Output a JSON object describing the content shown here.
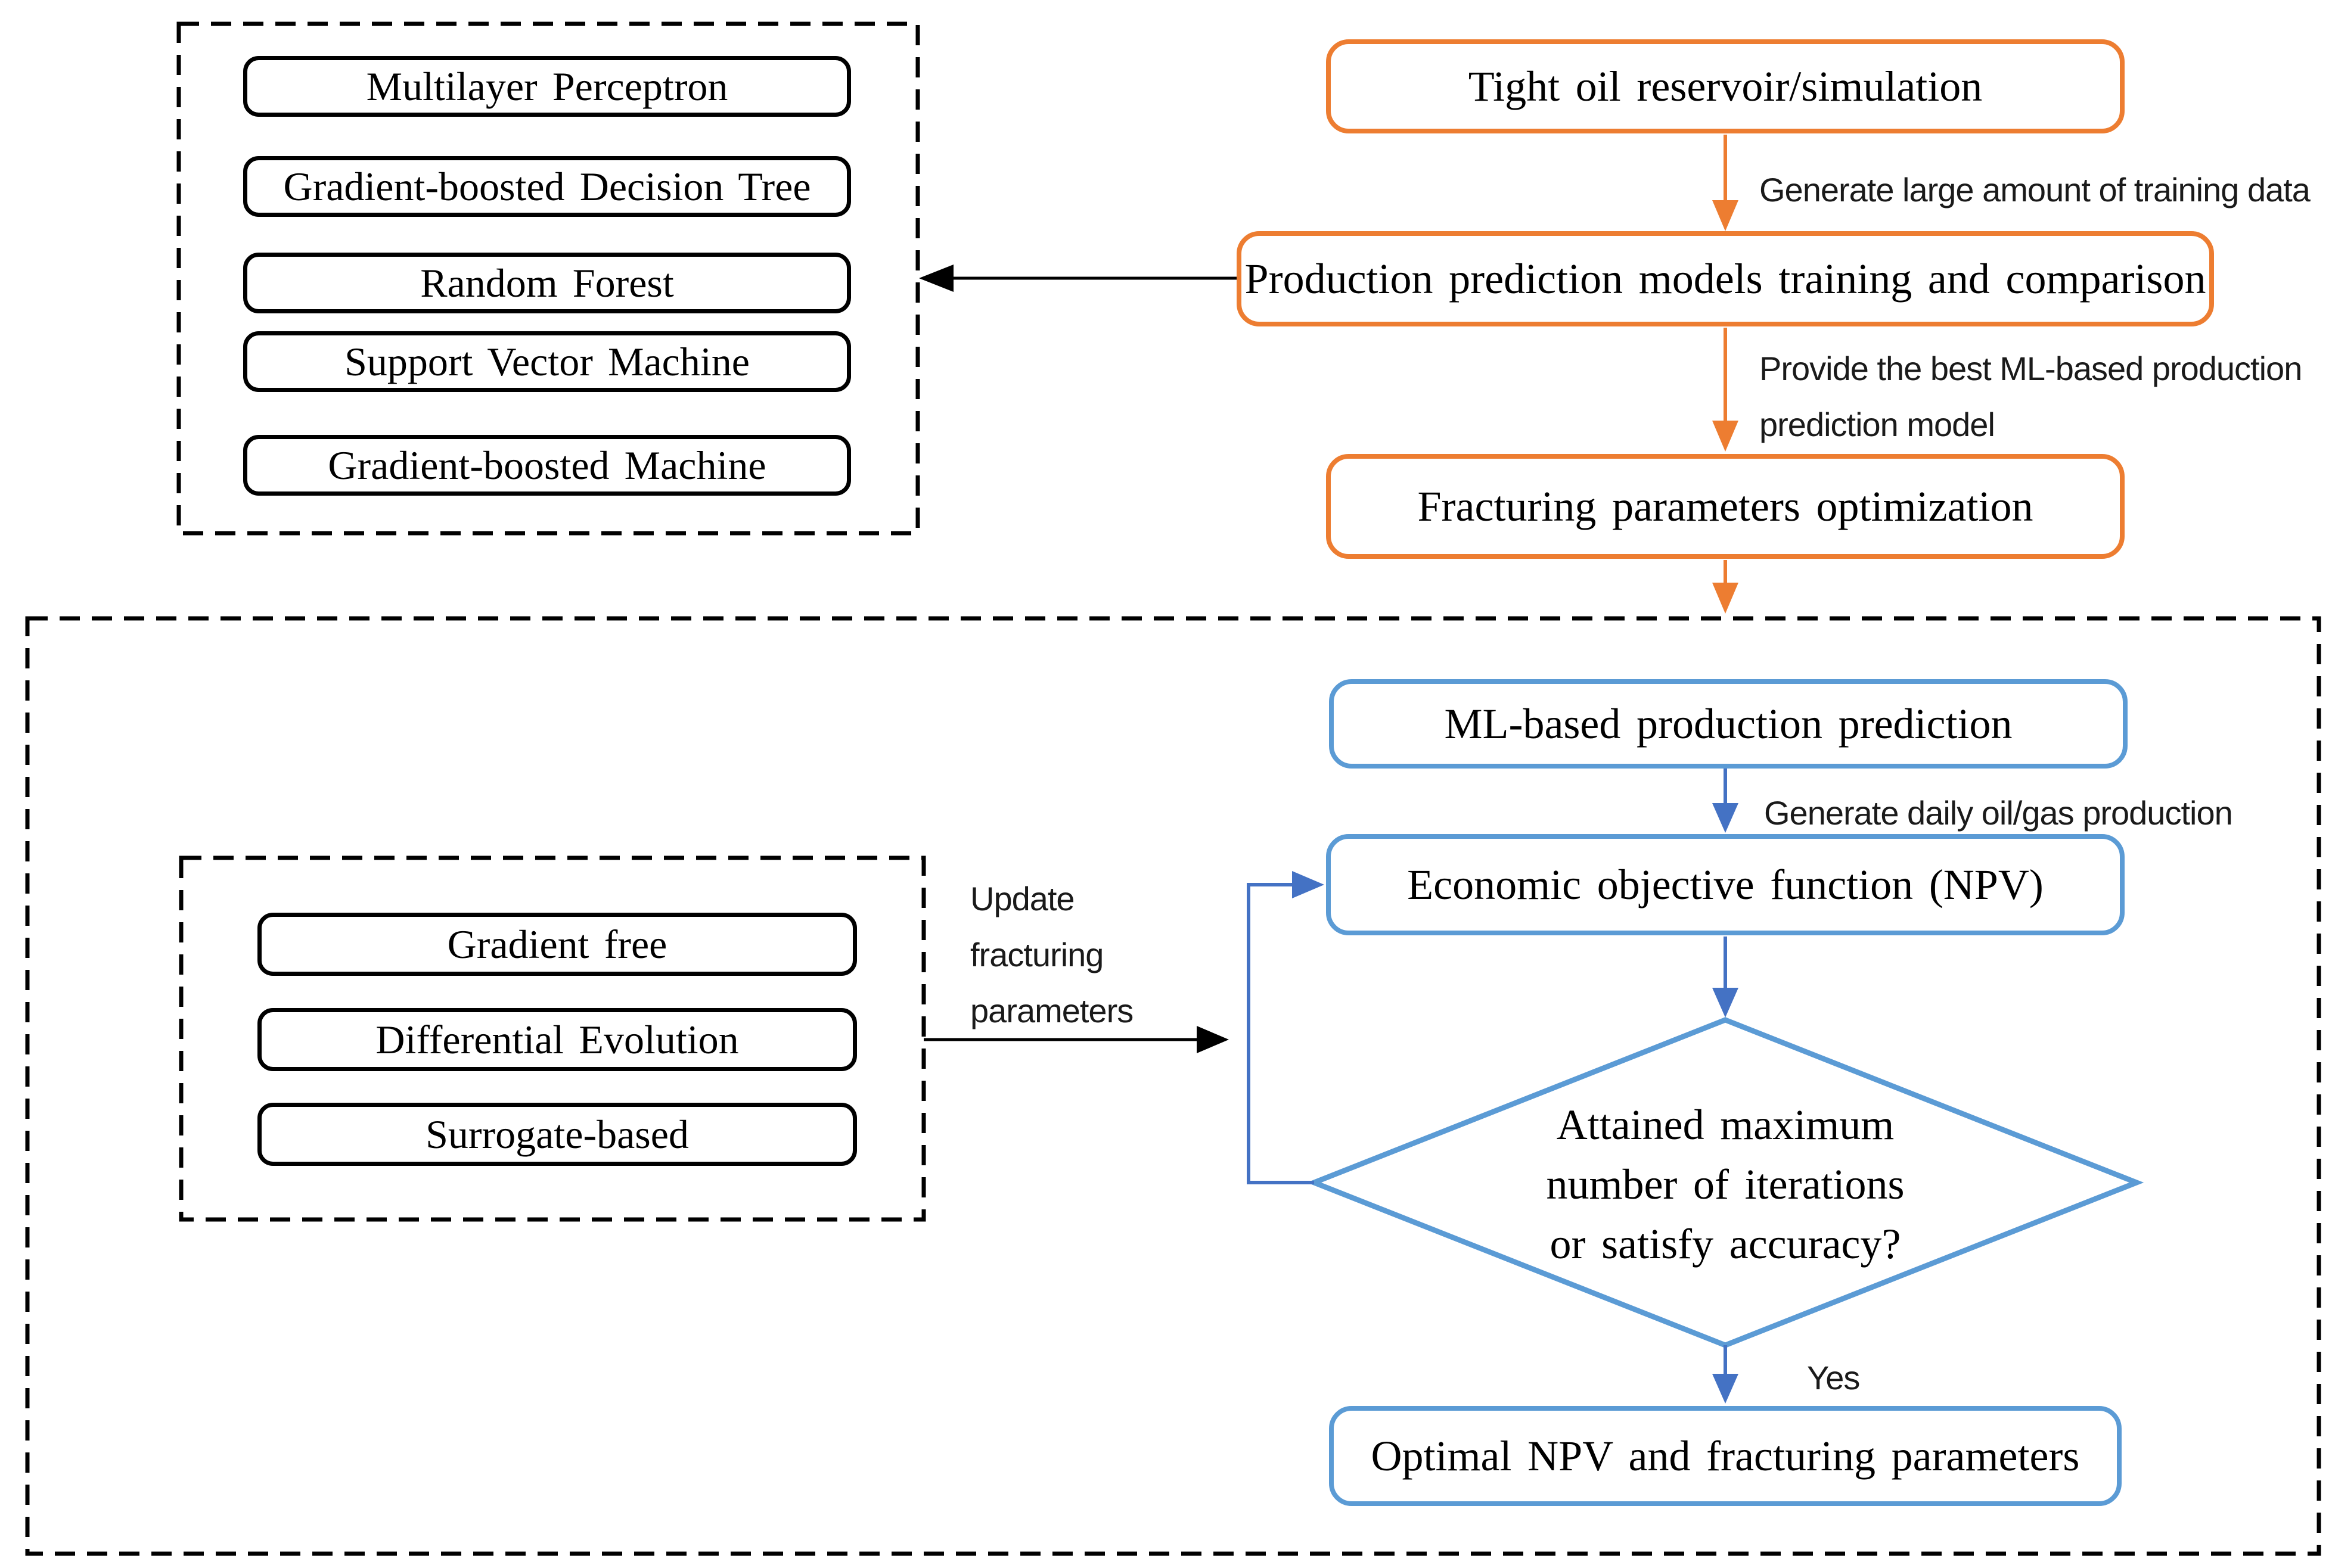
{
  "figure": {
    "type": "flowchart",
    "description": "Workflow of ML-based production prediction and fracturing parameters optimization for a tight oil reservoir"
  },
  "colors": {
    "orange_accent": "#ED7D31",
    "blue_box_stroke": "#5B9BD5",
    "blue_arrow": "#4472C4",
    "black": "#000000",
    "background": "#ffffff"
  },
  "ml_models_panel": {
    "items": [
      "Multilayer Perceptron",
      "Gradient-boosted Decision Tree",
      "Random Forest",
      "Support Vector Machine",
      "Gradient-boosted Machine"
    ]
  },
  "main_flow": {
    "reservoir_box": "Tight oil reservoir/simulation",
    "training_data_label": "Generate large amount of training data",
    "models_training_box": "Production prediction models training and comparison",
    "provide_model_label": {
      "line1": "Provide the best ML-based production",
      "line2": "prediction model"
    },
    "frac_opt_box": "Fracturing parameters optimization"
  },
  "optimization_loop": {
    "ml_prediction_box": "ML-based production prediction",
    "daily_production_label": "Generate daily oil/gas production",
    "economic_box": "Economic objective function (NPV)",
    "decision_diamond": {
      "line1": "Attained maximum",
      "line2": "number of iterations",
      "line3": "or satisfy accuracy?"
    },
    "yes_label": "Yes",
    "optimal_box": "Optimal NPV and fracturing parameters",
    "update_label": {
      "line1": "Update",
      "line2": "fracturing",
      "line3": "parameters"
    },
    "optimizers_panel": {
      "items": [
        "Gradient free",
        "Differential Evolution",
        "Surrogate-based"
      ]
    }
  }
}
